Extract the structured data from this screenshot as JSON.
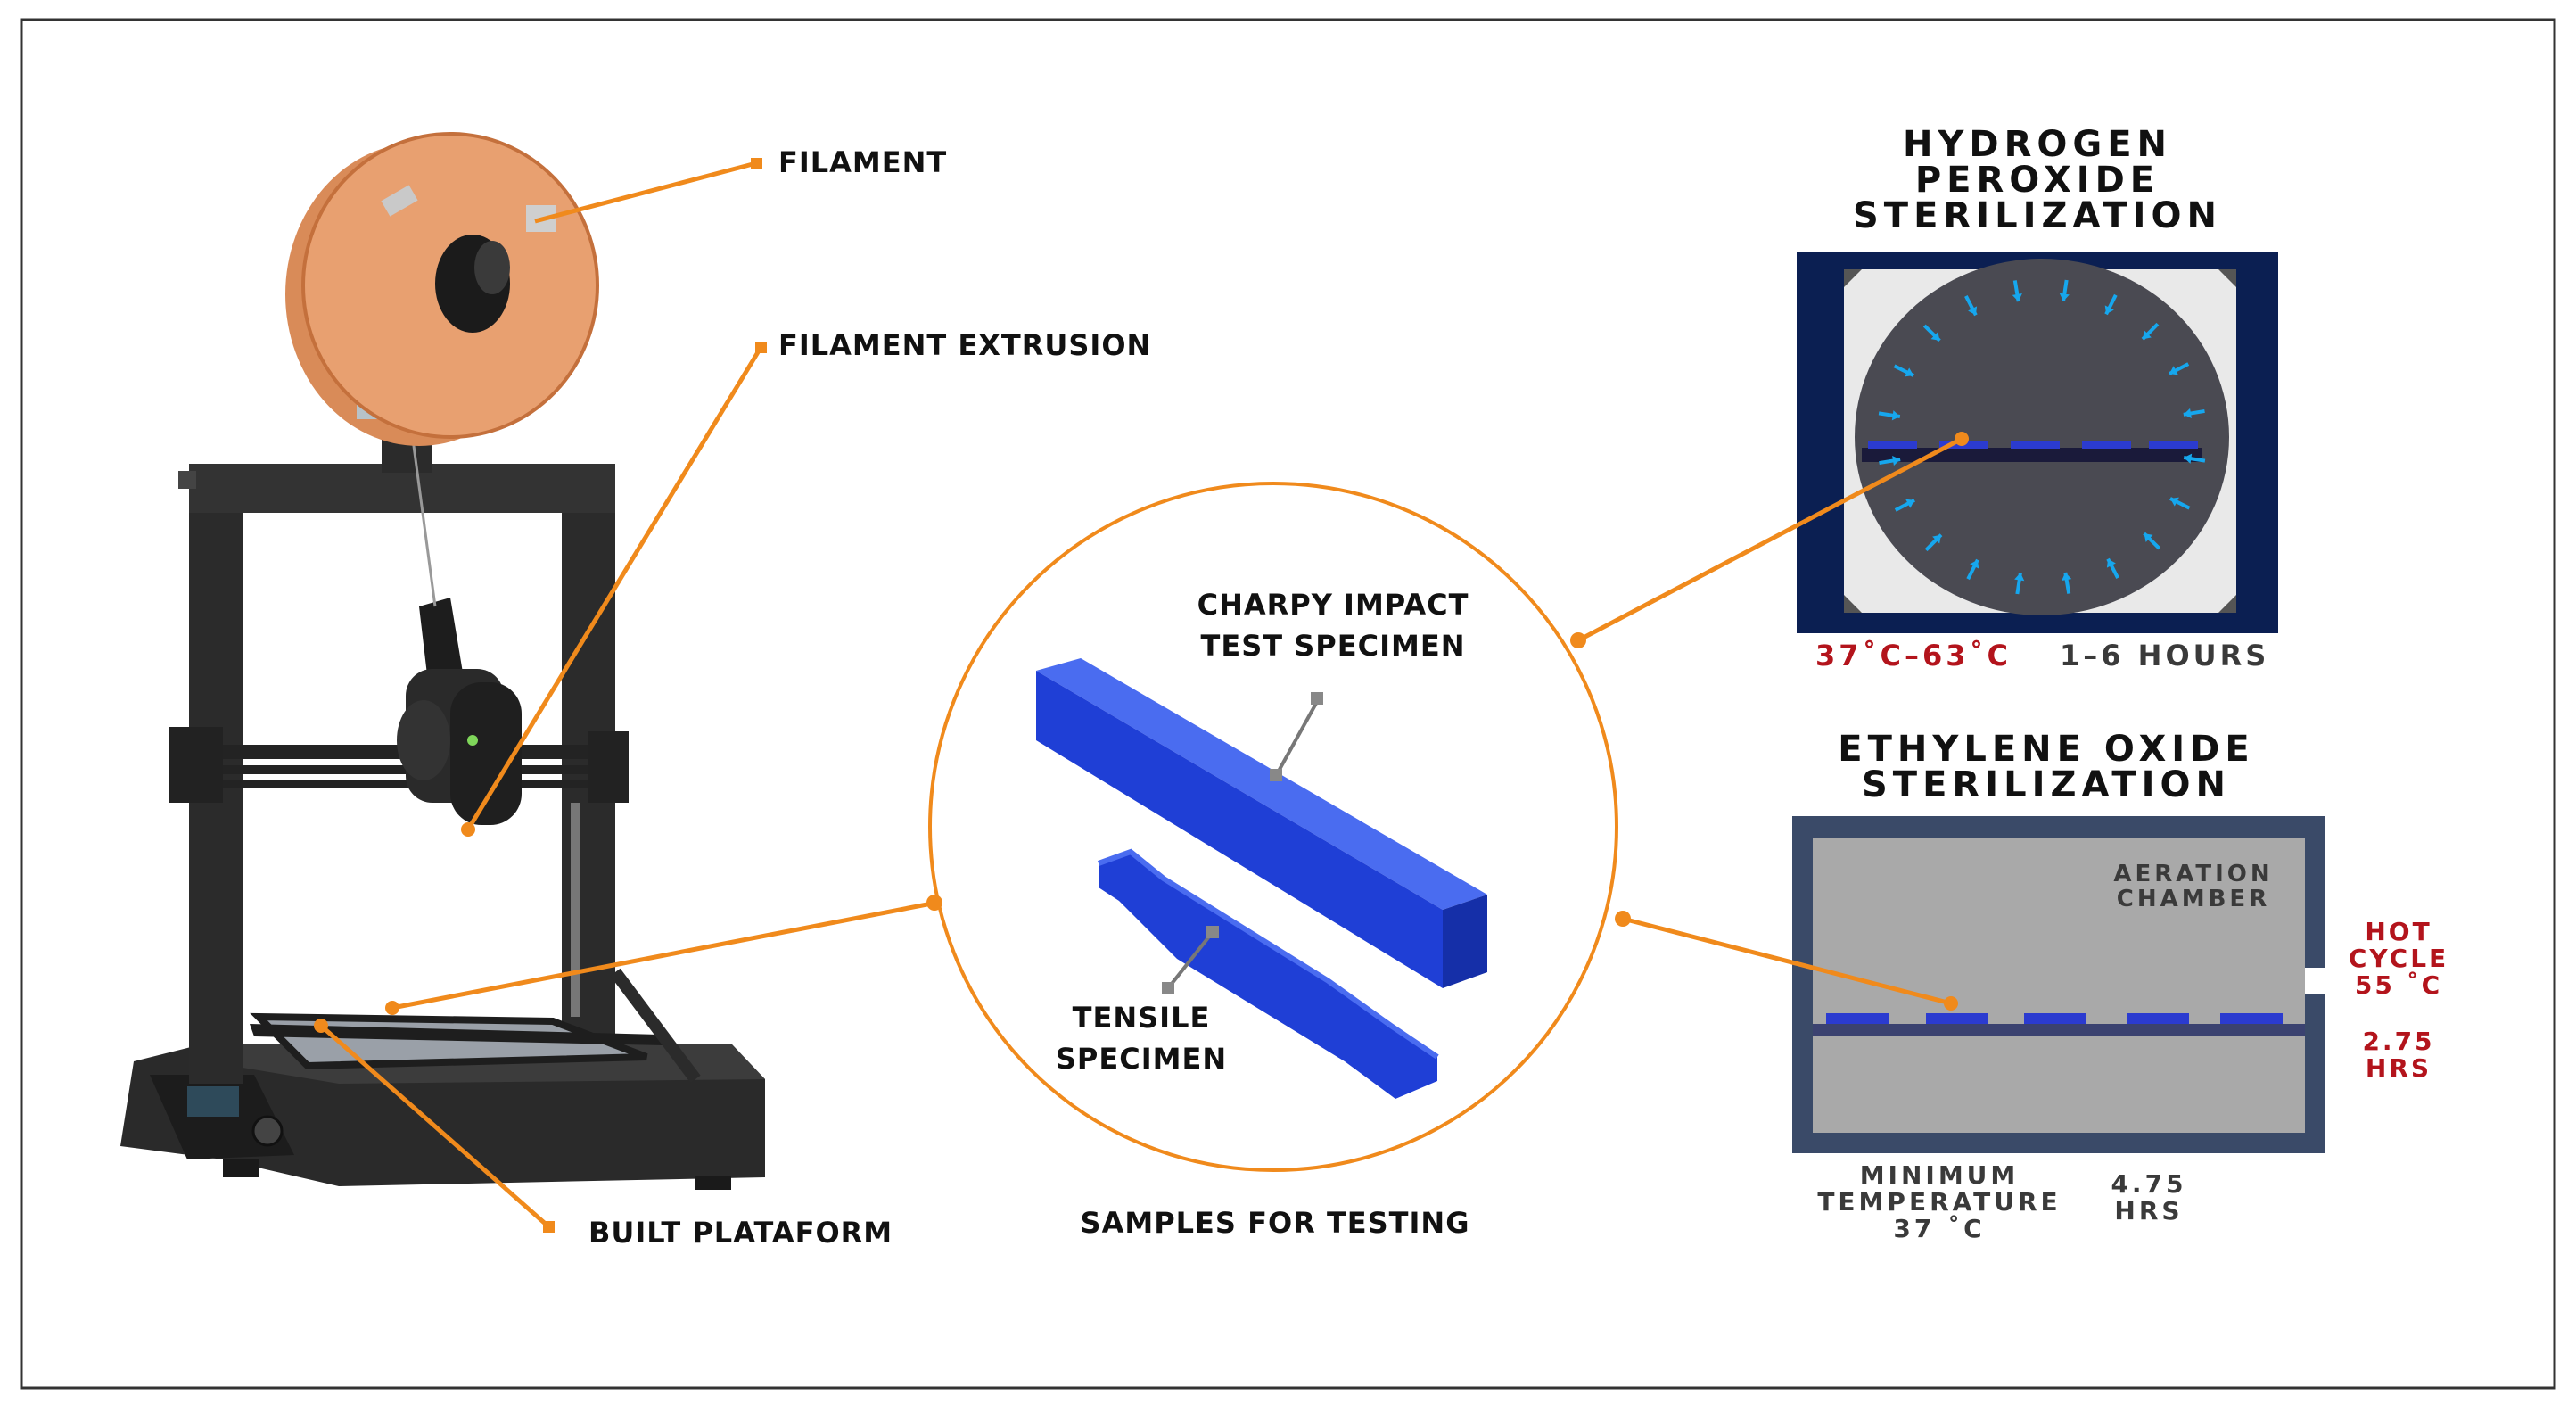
{
  "printer": {
    "labels": {
      "filament": "FILAMENT",
      "filament_extrusion": "FILAMENT EXTRUSION",
      "built_plataform": "BUILT PLATAFORM"
    }
  },
  "samples": {
    "caption": "SAMPLES FOR TESTING",
    "charpy_label": "CHARPY IMPACT\nTEST SPECIMEN",
    "tensile_label": "TENSILE\nSPECIMEN",
    "specimen_color": "#1f3fd6"
  },
  "hydrogen_peroxide": {
    "title": "HYDROGEN\nPEROXIDE\nSTERILIZATION",
    "temperature": "37˚C–63˚C",
    "duration": "1–6 HOURS",
    "frame_color": "#0b1f52",
    "arrow_color": "#16a7ee"
  },
  "ethylene_oxide": {
    "title": "ETHYLENE OXIDE\nSTERILIZATION",
    "chamber_label": "AERATION\nCHAMBER",
    "hot_cycle": "HOT\nCYCLE\n55 ˚C",
    "hot_cycle_duration": "2.75\nHRS",
    "min_temperature": "MINIMUM\nTEMPERATURE\n37 ˚C",
    "duration": "4.75\nHRS"
  },
  "colors": {
    "connector": "#f08a1c",
    "frame_dark": "#2b2b2b",
    "spool": "#e8a070",
    "temp_red": "#b3141c"
  }
}
